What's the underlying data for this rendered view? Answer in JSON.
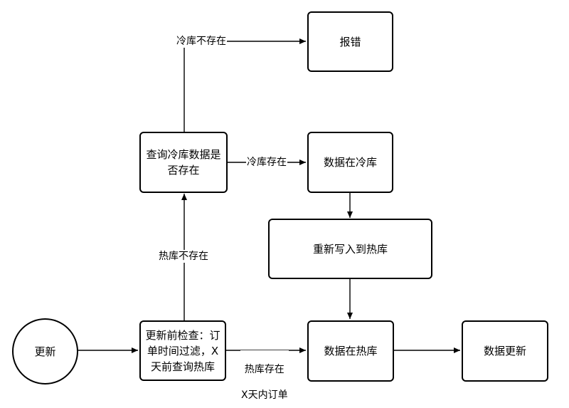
{
  "nodes": {
    "update": "更新",
    "check_before_update": "更新前检查：订单时间过滤，X天前查询热库",
    "query_cold": "查询冷库数据是否存在",
    "error": "报错",
    "data_in_cold": "数据在冷库",
    "rewrite_hot": "重新写入到热库",
    "data_in_hot": "数据在热库",
    "data_update": "数据更新"
  },
  "edges": {
    "hot_not_exist": "热库不存在",
    "cold_not_exist": "冷库不存在",
    "cold_exist": "冷库存在",
    "hot_exist_line1": "热库存在",
    "hot_exist_line2": "X天内订单"
  }
}
